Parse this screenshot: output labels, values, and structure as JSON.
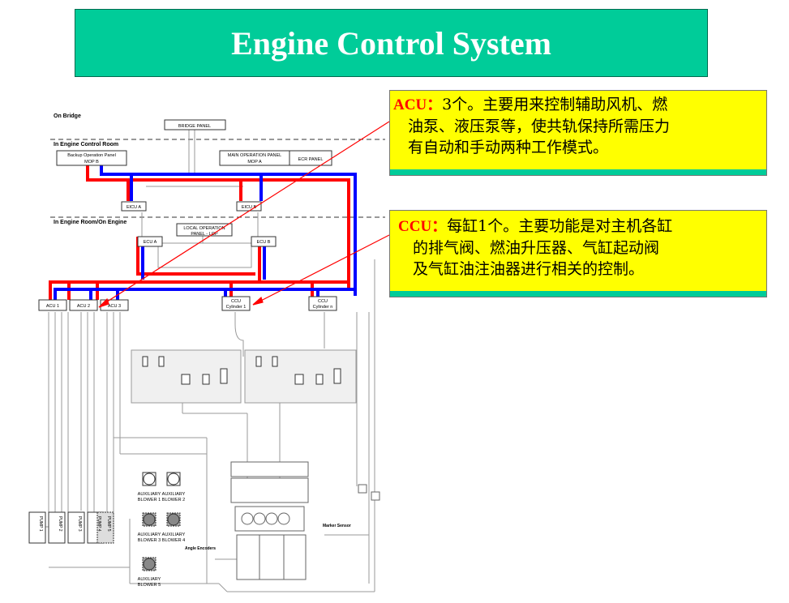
{
  "title": "Engine Control System",
  "notes": {
    "acu": {
      "label": "ACU：",
      "line1": "3个。主要用来控制辅助风机、燃",
      "line2": "油泵、液压泵等，使共轨保持所需压力",
      "line3": "有自动和手动两种工作模式。"
    },
    "ccu": {
      "label": "CCU：",
      "line1": "每缸1个。主要功能是对主机各缸",
      "line2": "的排气阀、燃油升压器、气缸起动阀",
      "line3": "及气缸油注油器进行相关的控制。"
    }
  },
  "diagram": {
    "zones": {
      "bridge": "On Bridge",
      "control_room": "In Engine Control Room",
      "engine_room": "In Engine Room/On Engine"
    },
    "boxes": {
      "bridge_panel": "BRIDGE PANEL",
      "backup_panel_1": "Backup Operation Panel",
      "backup_panel_2": "MOP B",
      "main_panel_1": "MAIN OPERATION PANEL",
      "main_panel_2": "MOP A",
      "ecr_panel": "ECR PANEL",
      "eicu_a": "EICU A",
      "eicu_b": "EICU B",
      "lop_1": "LOCAL OPERATION",
      "lop_2": "PANEL - LOP",
      "ecu_a": "ECU A",
      "ecu_b": "ECU B",
      "acu1": "ACU 1",
      "acu2": "ACU 2",
      "acu3": "ACU 3",
      "ccu1_1": "CCU",
      "ccu1_2": "Cylinder 1",
      "ccun_1": "CCU",
      "ccun_2": "Cylinder n"
    },
    "blowers": [
      {
        "l1": "AUXILIARY",
        "l2": "BLOWER 1"
      },
      {
        "l1": "AUXILIARY",
        "l2": "BLOWER 2"
      },
      {
        "l1": "AUXILIARY",
        "l2": "BLOWER 3"
      },
      {
        "l1": "AUXILIARY",
        "l2": "BLOWER 4"
      },
      {
        "l1": "AUXILIARY",
        "l2": "BLOWER 5"
      }
    ],
    "pumps": [
      "PUMP 1",
      "PUMP 2",
      "PUMP 3",
      "PUMP 4",
      "PUMP 5"
    ],
    "sensors": {
      "marker": "Marker Sensor",
      "angle": "Angle Encoders"
    },
    "colors": {
      "network_a": "#ff0000",
      "network_b": "#0000ff",
      "pointer": "#ff0000",
      "title_bg": "#00cc99",
      "note_bg": "#ffff00"
    }
  }
}
